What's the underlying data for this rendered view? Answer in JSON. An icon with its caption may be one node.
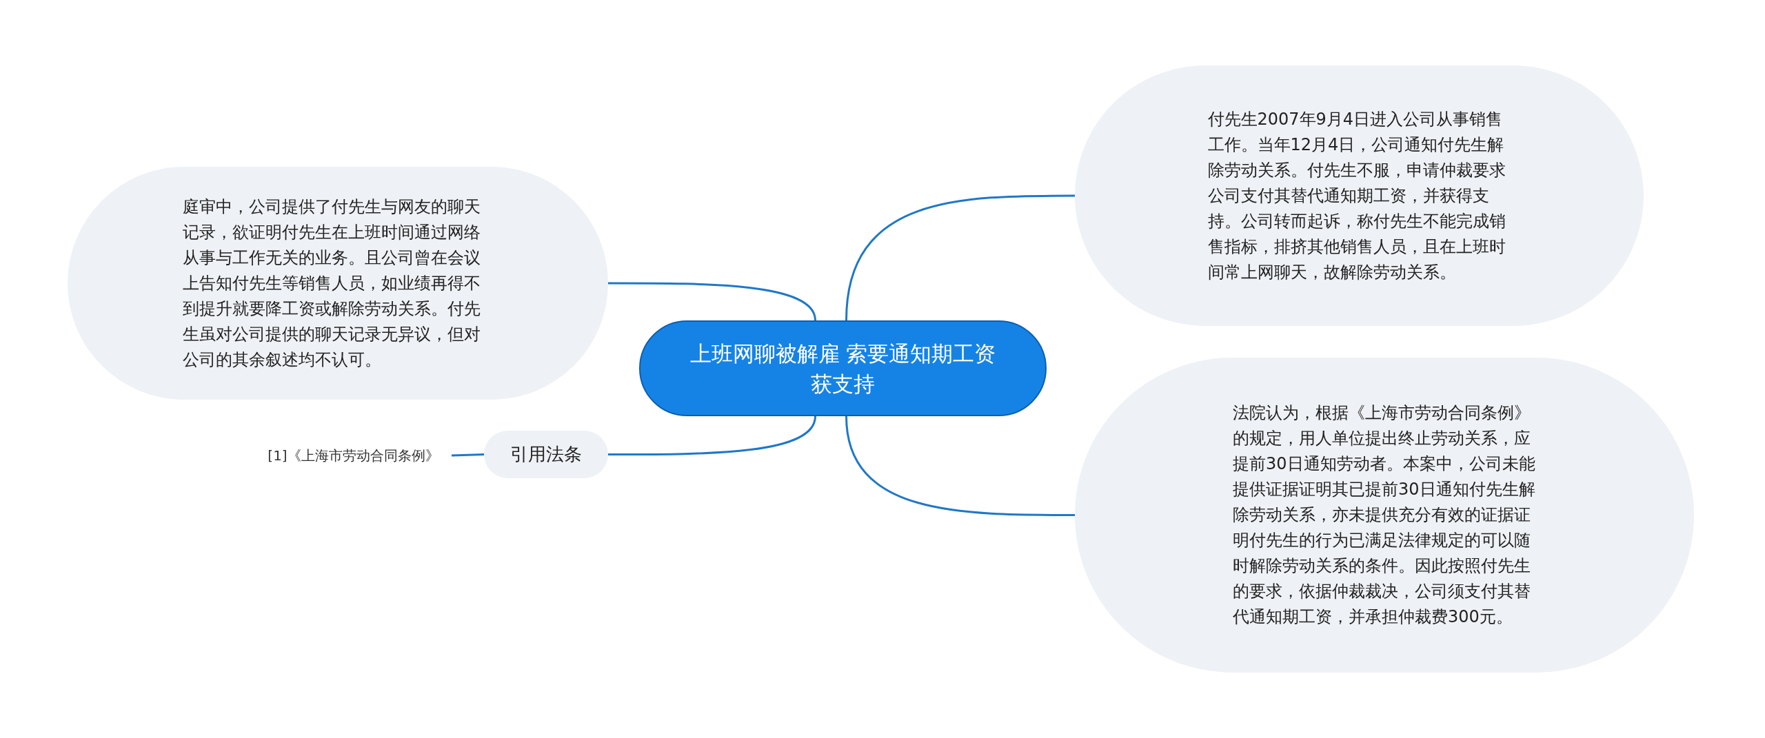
{
  "diagram": {
    "nodes": [
      {
        "text": [
          "上班网聊被解雇 索要通知期工资获支持"
        ]
      },
      {
        "text": [
          "庭审中，公司提供了付先生与网友的聊天记录，欲证明付先生在上班时间通过网络从事与工作无关的业务。且公司曾在会议上告知付先生等销售人员，如业绩再得不到提升就要降工资或解除劳动关系。付先生虽对公司提供的聊天记录无异议，但对公司的其余叙述均不认可。"
        ]
      },
      {
        "text": [
          "引用法条"
        ]
      },
      {
        "text": [
          "[1]《上海市劳动合同条例》"
        ]
      },
      {
        "text": [
          "付先生2007年9月4日进入公司从事销售工作。当年12月4日，公司通知付先生解除劳动关系。付先生不服，申请仲裁要求公司支付其替代通知期工资，并获得支持。公司转而起诉，称付先生不能完成销售指标，排挤其他销售人员，且在上班时间常上网聊天，故解除劳动关系。"
        ]
      },
      {
        "text": [
          "法院认为，根据《上海市劳动合同条例》的规定，用人单位提出终止劳动关系，应提前30日通知劳动者。本案中，公司未能提供证据证明其已提前30日通知付先生解除劳动关系，亦未提供充分有效的证据证明付先生的行为已满足法律规定的可以随时解除劳动关系的条件。因此按照付先生的要求，依据仲裁裁决，公司须支付其替代通知期工资，并承担仲裁费300元。"
        ]
      }
    ],
    "edges": [
      {
        "from": 0,
        "to": 1,
        "arrow": "none"
      },
      {
        "from": 0,
        "to": 2,
        "arrow": "none"
      },
      {
        "from": 2,
        "to": 3,
        "arrow": "none"
      },
      {
        "from": 0,
        "to": 4,
        "arrow": "none"
      },
      {
        "from": 0,
        "to": 5,
        "arrow": "none"
      }
    ]
  }
}
